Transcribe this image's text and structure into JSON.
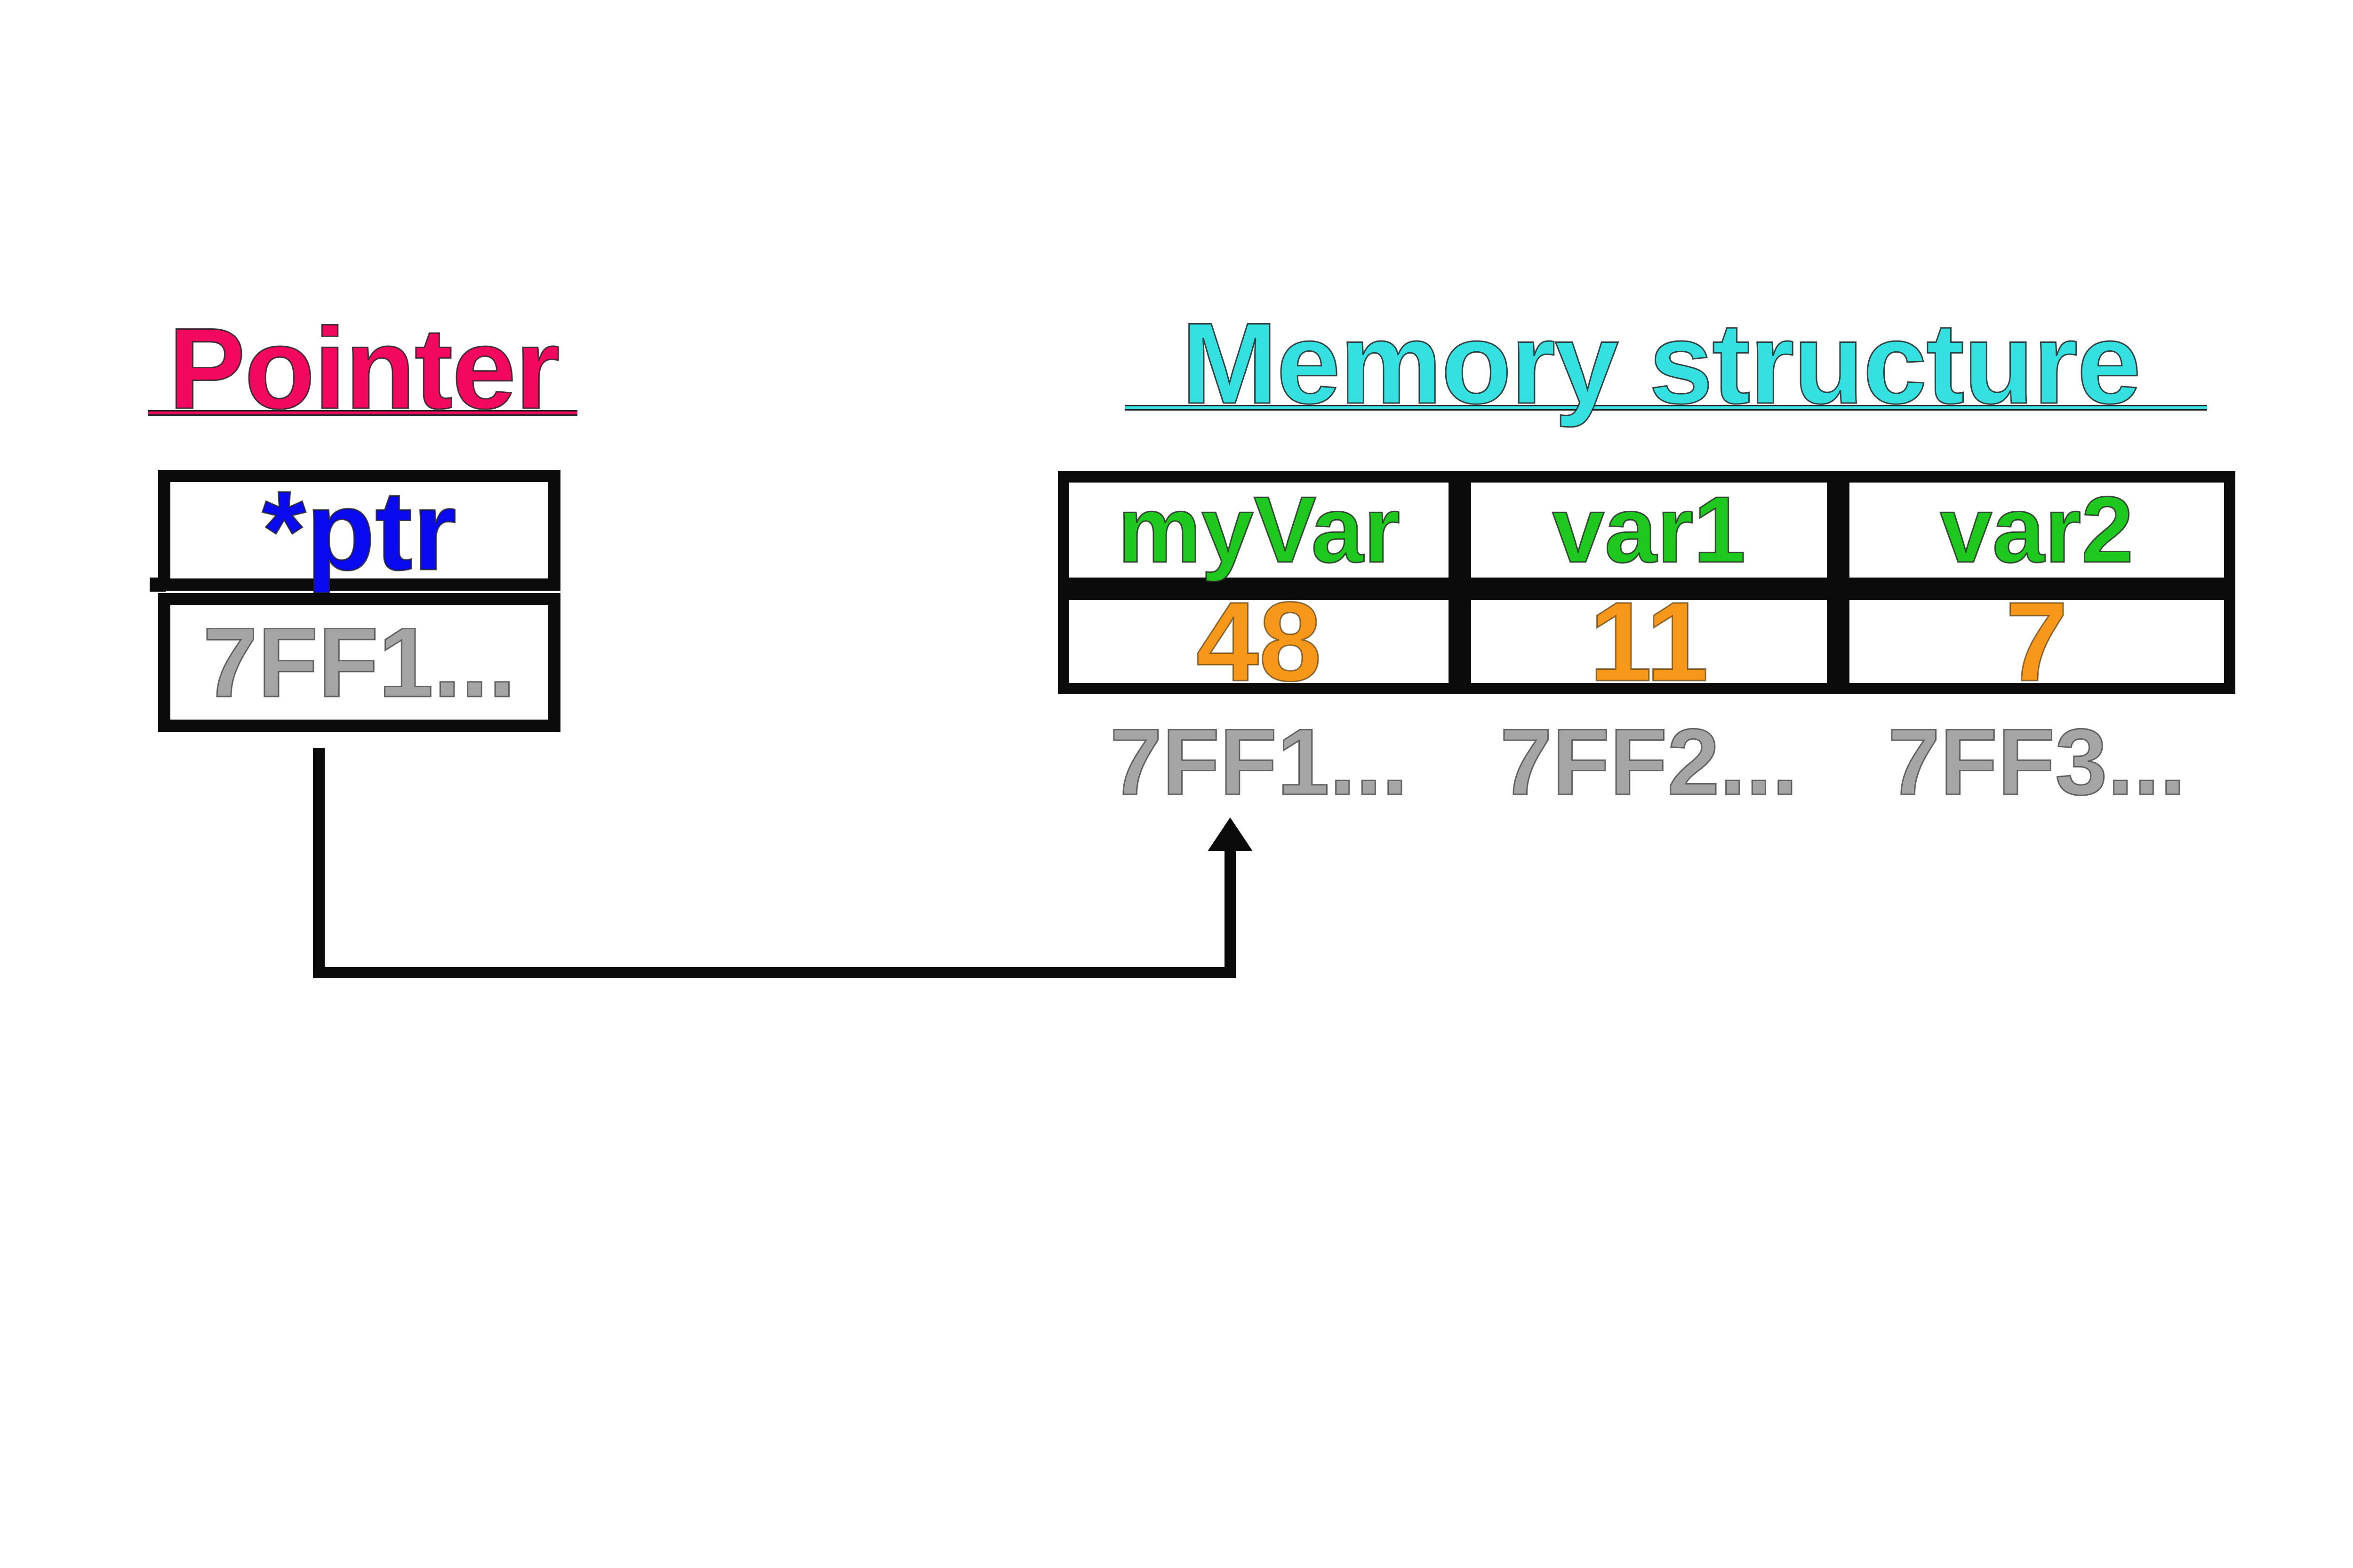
{
  "pointer": {
    "title": "Pointer",
    "box": {
      "name": "*ptr",
      "address": "7FF1..."
    }
  },
  "memory": {
    "title": "Memory structure",
    "columns": [
      {
        "name": "myVar",
        "value": "48",
        "address": "7FF1..."
      },
      {
        "name": "var1",
        "value": "11",
        "address": "7FF2..."
      },
      {
        "name": "var2",
        "value": "7",
        "address": "7FF3..."
      }
    ]
  },
  "arrow": {
    "meaning": "pointer-stores-address-of-myVar"
  },
  "colors": {
    "pink": "#F2095F",
    "cyan": "#35E0E0",
    "blue": "#0A0AF0",
    "green": "#1EC81E",
    "orange": "#F8981B",
    "gray": "#A5A5A5",
    "line": "#0B0B0B"
  }
}
